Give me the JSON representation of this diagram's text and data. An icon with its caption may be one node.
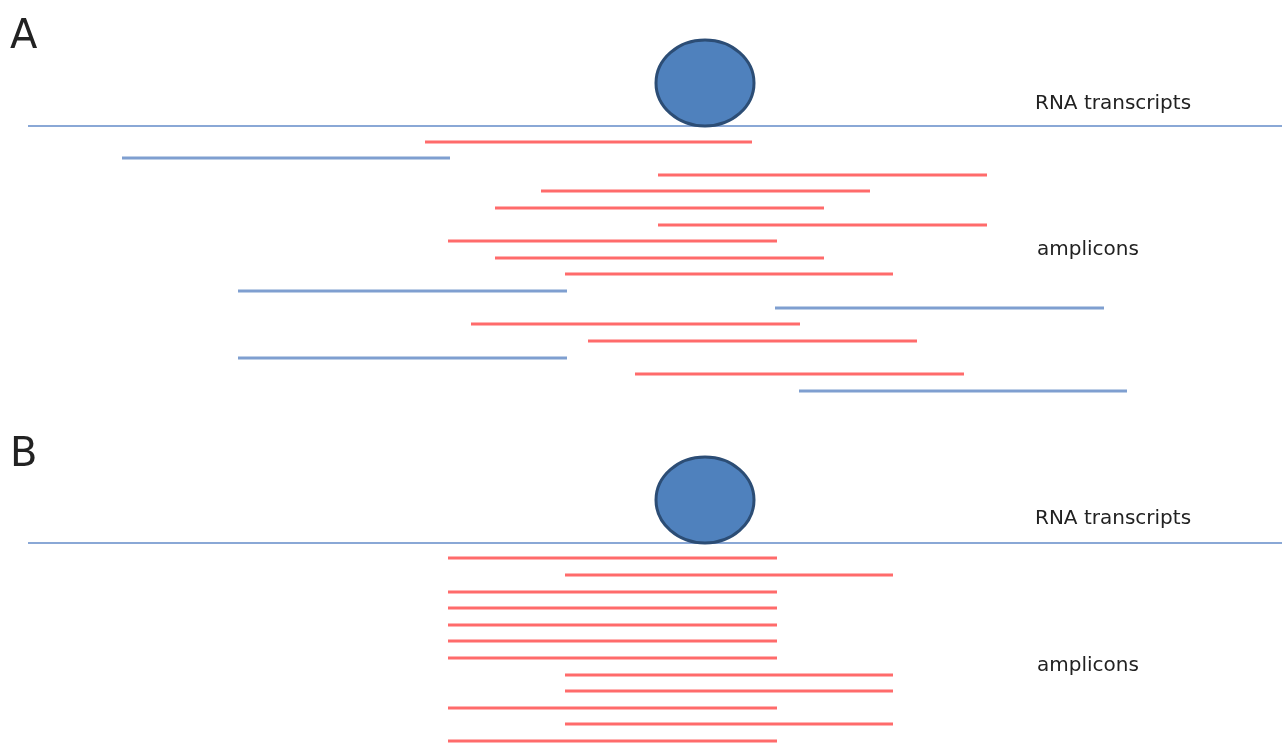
{
  "diagram": {
    "nodes": [
      {
        "text": [],
        "shape": "circle"
      },
      {
        "text": [],
        "shape": "circle"
      }
    ],
    "labels": [
      "A",
      "RNA transcripts",
      "amplicons",
      "B",
      "RNA transcripts",
      "amplicons"
    ]
  }
}
